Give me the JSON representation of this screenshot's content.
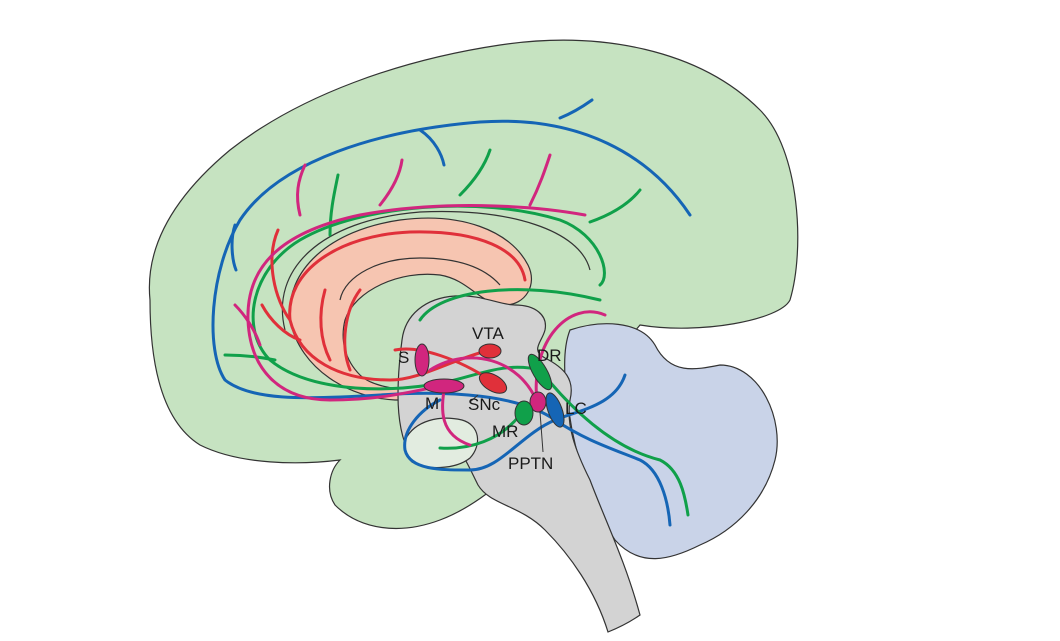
{
  "colors": {
    "cortex": "#c6e3c1",
    "cerebellum": "#c9d3e8",
    "brainstem": "#d3d3d3",
    "limbic": "#f6c5b1",
    "noradrenergic": "#1565b5",
    "serotonergic": "#10a04a",
    "dopaminergic": "#e0303a",
    "cholinergic": "#d1267e"
  },
  "labels": {
    "vta": "VTA",
    "s": "S",
    "dr": "DR",
    "m": "M",
    "snc": "SNc",
    "lc": "LC",
    "mr": "MR",
    "pptn": "PPTN"
  }
}
